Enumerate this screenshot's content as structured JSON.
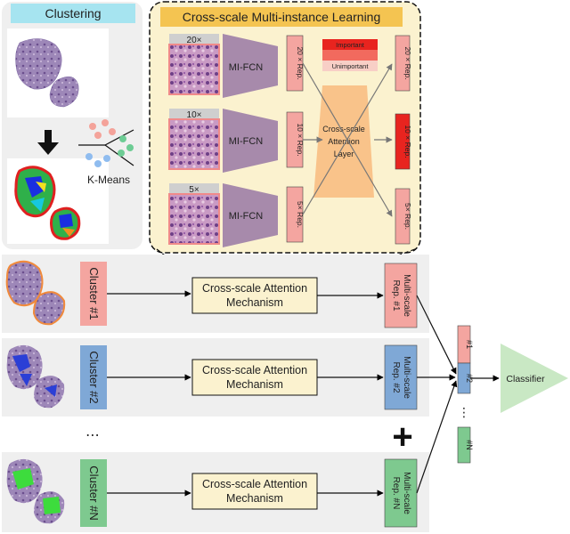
{
  "clustering": {
    "title": "Clustering",
    "kmeans_label": "K-Means"
  },
  "cml": {
    "title": "Cross-scale Multi-instance Learning",
    "scales": [
      "20×",
      "10×",
      "5×"
    ],
    "fcn_label": "MI-FCN",
    "reps": [
      "20 × Rep.",
      "10 × Rep.",
      "5× Rep."
    ],
    "attention_layer": [
      "Cross-scale",
      "Attention",
      "Layer"
    ],
    "legend_important": "Important",
    "legend_unimportant": "Unimportant",
    "out_reps": [
      "20 × Rep.",
      "10 × Rep.",
      "5× Rep."
    ],
    "colors": {
      "important": "#e8241f",
      "mid": "#f26a5e",
      "unimportant": "#f8cfc6"
    }
  },
  "clusters": [
    {
      "label": "Cluster #1",
      "mechanism": [
        "Cross-scale Attention",
        "Mechanism"
      ],
      "rep": [
        "Multi-scale",
        "Rep. #1"
      ],
      "color": "#f4a5a0",
      "overlay": "#f08a3c"
    },
    {
      "label": "Cluster #2",
      "mechanism": [
        "Cross-scale Attention",
        "Mechanism"
      ],
      "rep": [
        "Multi-scale",
        "Rep. #2"
      ],
      "color": "#7fa8d6",
      "overlay": "#2b3fd6"
    },
    {
      "label": "Cluster #N",
      "mechanism": [
        "Cross-scale Attention",
        "Mechanism"
      ],
      "rep": [
        "Multi-scale",
        "Rep. #N"
      ],
      "color": "#7ec98f",
      "overlay": "#3ddc3d"
    }
  ],
  "ellipsis": "⋯",
  "plus": "+",
  "concat": {
    "items": [
      "#1",
      "#2",
      "#N"
    ],
    "ellipsis": "⋮"
  },
  "classifier": "Classifier"
}
